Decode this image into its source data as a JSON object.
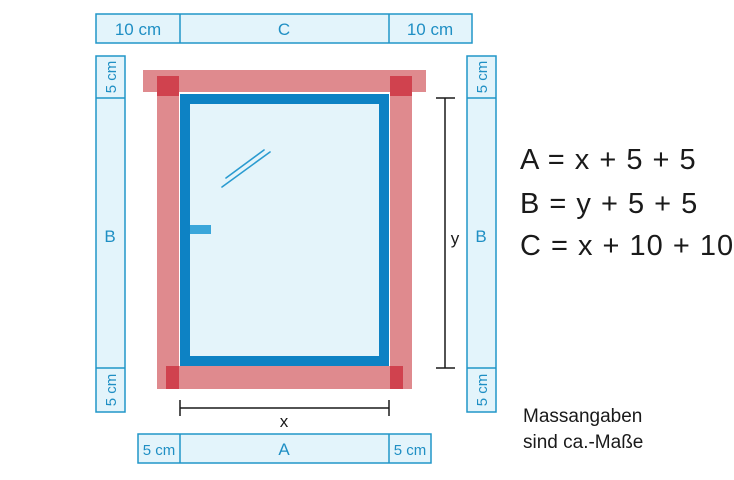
{
  "colors": {
    "panel_stroke": "#2196c8",
    "panel_fill": "#e3f4fb",
    "label_text": "#1f8fc4",
    "frame_red": "#df8a8e",
    "frame_corner": "#d0424e",
    "window_blue": "#0d82c4",
    "glass": "#e4f4fa",
    "dimension_line": "#1a1a1a"
  },
  "top_strip": {
    "left_label": "10 cm",
    "center_label": "C",
    "right_label": "10 cm"
  },
  "bottom_strip": {
    "left_label": "5 cm",
    "center_label": "A",
    "right_label": "5 cm"
  },
  "left_strip": {
    "top_label": "5 cm",
    "center_label": "B",
    "bottom_label": "5 cm"
  },
  "right_strip": {
    "top_label": "5 cm",
    "center_label": "B",
    "bottom_label": "5 cm"
  },
  "dimensions": {
    "width_label": "x",
    "height_label": "y"
  },
  "formulas": [
    "A = x + 5 + 5",
    "B = y + 5 + 5",
    "C = x + 10 + 10"
  ],
  "note": {
    "line1": "Massangaben",
    "line2": "sind ca.-Maße"
  },
  "icons": {
    "glass_reflection": "glass-reflection-icon",
    "window_handle": "window-handle-icon"
  }
}
